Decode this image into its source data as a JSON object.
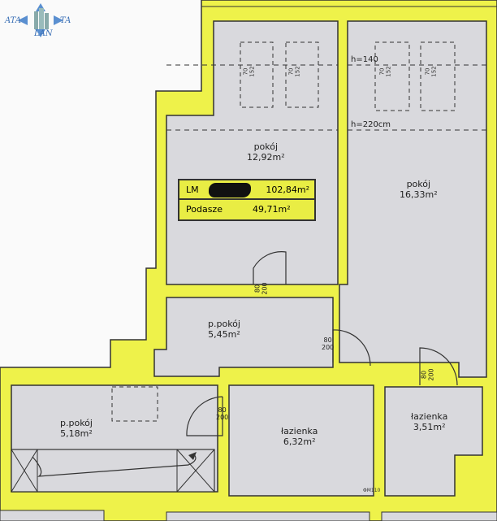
{
  "logo": {
    "line1_left": "ATA",
    "line1_right": "TA",
    "line2": "LAN"
  },
  "rooms": [
    {
      "name": "pokój",
      "area": "12,92m²"
    },
    {
      "name": "pokój",
      "area": "16,33m²"
    },
    {
      "name": "p.pokój",
      "area": "5,45m²"
    },
    {
      "name": "p.pokój",
      "area": "5,18m²"
    },
    {
      "name": "łazienka",
      "area": "6,32m²"
    },
    {
      "name": "łazienka",
      "area": "3,51m²"
    }
  ],
  "summary": {
    "lm_label": "LM",
    "lm_value": "102,84m²",
    "podasze_label": "Podasze",
    "podasze_value": "49,71m²"
  },
  "heights": [
    "h=140",
    "h=220cm"
  ],
  "doors": [
    {
      "w": "80",
      "h": "200"
    },
    {
      "w": "80",
      "h": "200"
    },
    {
      "w": "80",
      "h": "200"
    },
    {
      "w": "80",
      "h": "200"
    }
  ],
  "windows": [
    {
      "w": "70",
      "h": "152"
    },
    {
      "w": "70",
      "h": "152"
    },
    {
      "w": "70",
      "h": "152"
    },
    {
      "w": "70",
      "h": "152"
    }
  ],
  "stamp": "ΦM110",
  "colors": {
    "wall_fill": "#eef24a",
    "wall_line": "#333333",
    "room_fill": "#d9d9dd",
    "paper": "#fafafa",
    "logo_blue": "#3a6fb5"
  }
}
